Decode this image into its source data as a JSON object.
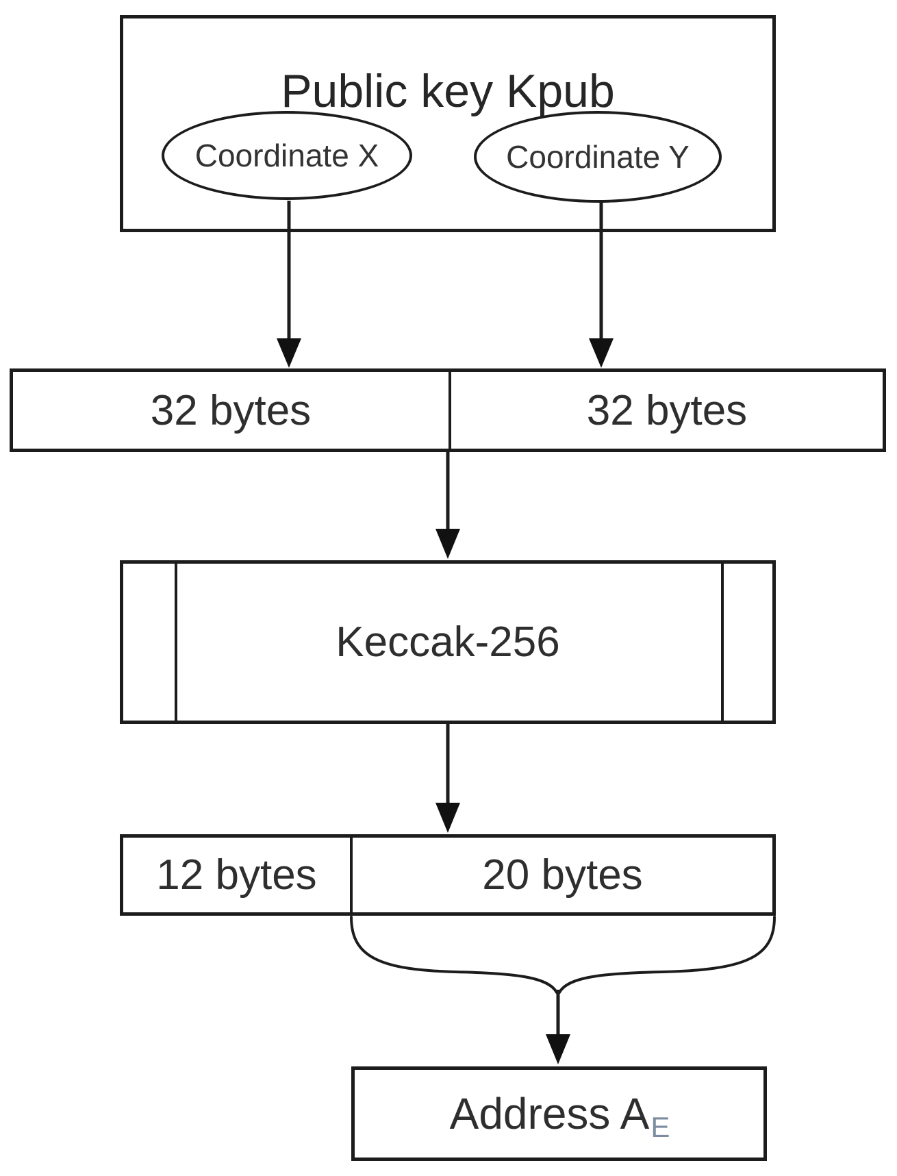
{
  "diagram": {
    "public_key_box": {
      "title": "Public key Kpub",
      "coordinate_x": "Coordinate X",
      "coordinate_y": "Coordinate Y"
    },
    "bytes_row": {
      "left": "32 bytes",
      "right": "32 bytes"
    },
    "hash_box": {
      "label": "Keccak-256"
    },
    "split_row": {
      "left": "12 bytes",
      "right": "20 bytes"
    },
    "address_box": {
      "label": "Address A",
      "subscript": "E"
    },
    "colors": {
      "stroke": "#1c1c1c",
      "text": "#2e2e2e",
      "subscript": "#7d8ca0",
      "background": "#ffffff"
    }
  }
}
